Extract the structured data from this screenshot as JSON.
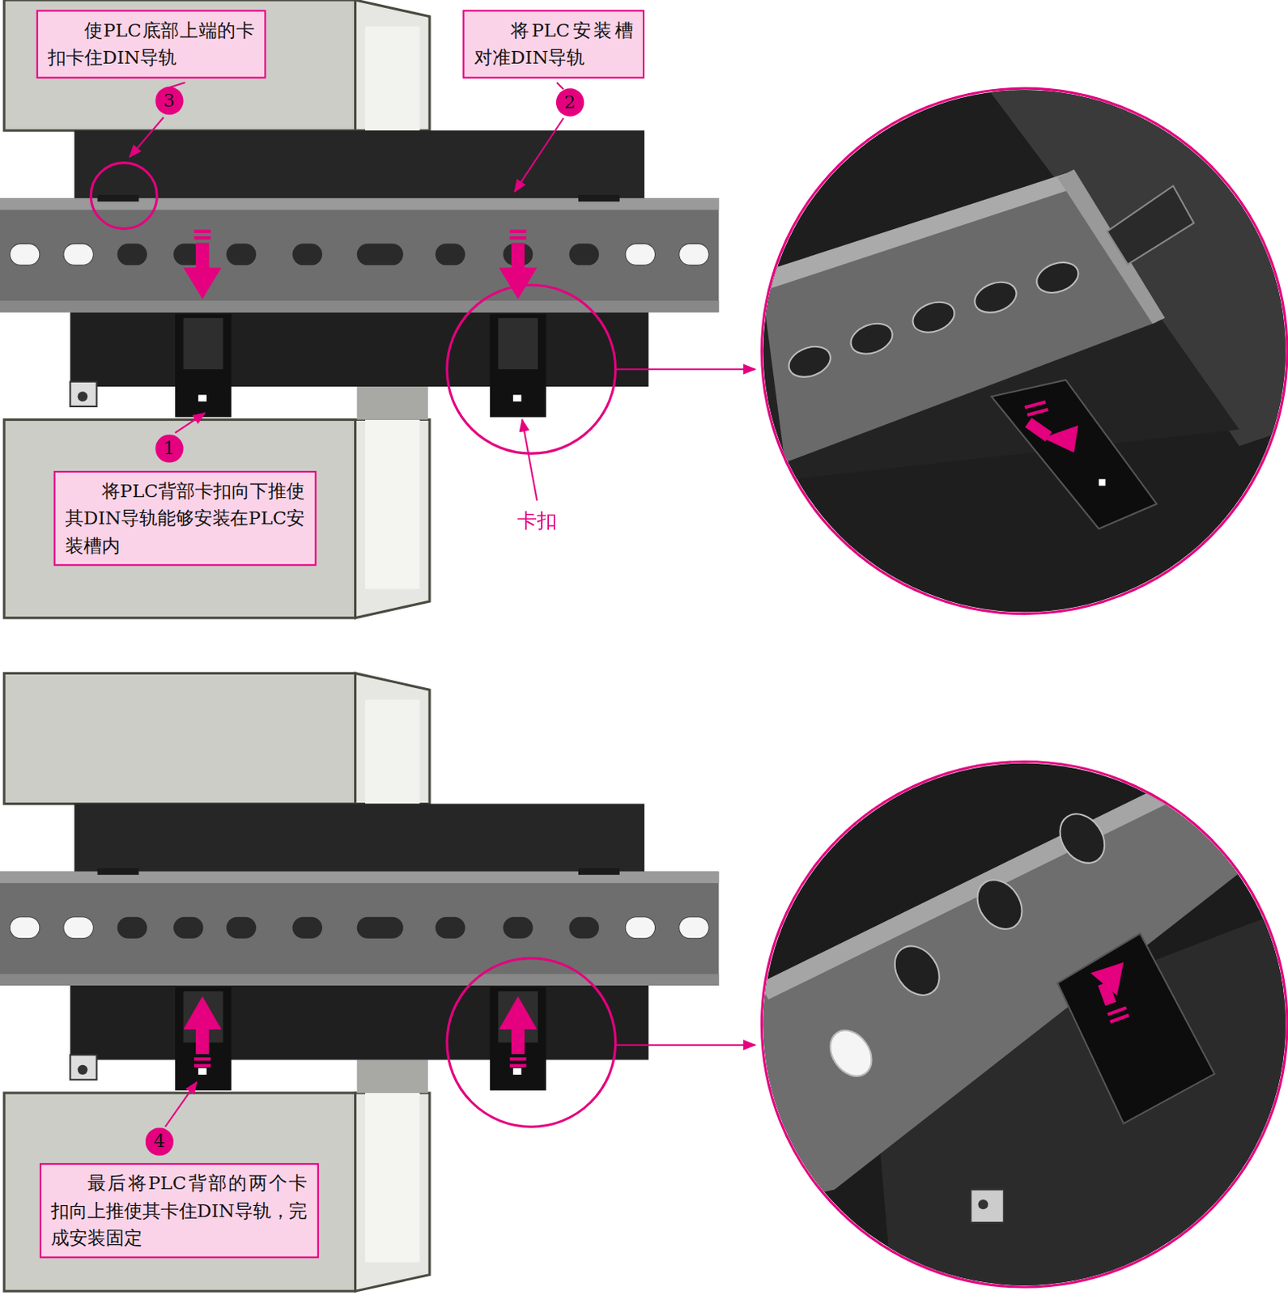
{
  "diagram": {
    "nodes": [
      {
        "text": [
          "使PLC底部上端的卡扣卡住DIN导轨"
        ]
      },
      {
        "text": [
          "将PLC安装槽对准DIN导轨"
        ]
      },
      {
        "text": [
          "将PLC背部卡扣向下推使其DIN导轨能够安装在PLC安装槽内"
        ]
      },
      {
        "text": [
          "最后将PLC背部的两个卡扣向上推使其卡住DIN导轨，完成安装固定"
        ]
      }
    ],
    "labels": [
      "3",
      "2",
      "1",
      "卡扣",
      "4"
    ]
  }
}
